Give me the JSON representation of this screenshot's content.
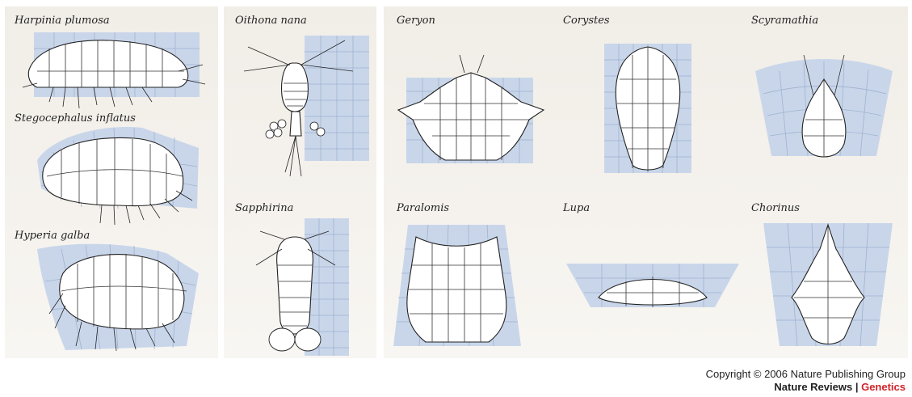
{
  "panels": {
    "amphipods": {
      "labels": [
        "Harpinia plumosa",
        "Stegocephalus inflatus",
        "Hyperia galba"
      ]
    },
    "copepods": {
      "labels": [
        "Oithona nana",
        "Sapphirina"
      ]
    },
    "crabs": {
      "labels": [
        "Geryon",
        "Corystes",
        "Scyramathia",
        "Paralomis",
        "Lupa",
        "Chorinus"
      ]
    }
  },
  "footer": {
    "copyright": "Copyright © 2006 Nature Publishing Group",
    "journal": "Nature Reviews",
    "separator": " | ",
    "section": "Genetics",
    "section_color": "#d2232a"
  },
  "colors": {
    "grid_fill": "#c9d6ea",
    "grid_line": "#9fb2cf",
    "panel_bg": "#f1ede7"
  }
}
